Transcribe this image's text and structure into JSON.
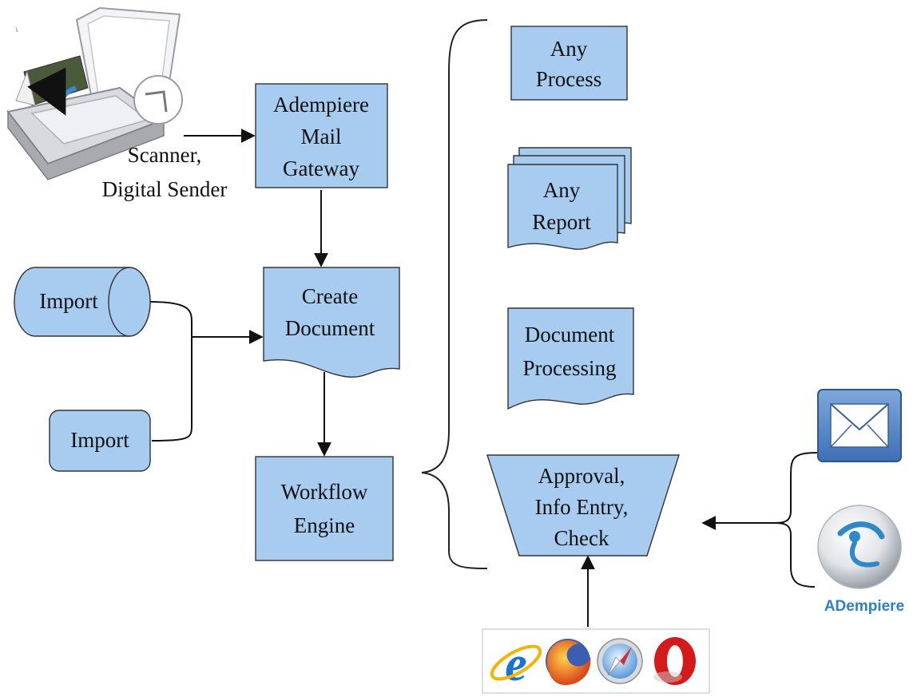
{
  "colors": {
    "shape_fill": "#a8ccf0",
    "shape_stroke": "#333333",
    "line": "#111111"
  },
  "nodes": {
    "scanner_label": [
      "Scanner,",
      "Digital Sender"
    ],
    "mail_gateway": [
      "Adempiere",
      "Mail",
      "Gateway"
    ],
    "import_db": [
      "Import"
    ],
    "import_box": [
      "Import"
    ],
    "create_document": [
      "Create",
      "Document"
    ],
    "workflow_engine": [
      "Workflow",
      "Engine"
    ],
    "any_process": [
      "Any",
      "Process"
    ],
    "any_report": [
      "Any",
      "Report"
    ],
    "document_processing": [
      "Document",
      "Processing"
    ],
    "approval": [
      "Approval,",
      "Info Entry,",
      "Check"
    ]
  },
  "icons": {
    "scanner": "scanner-device-icon",
    "email": "envelope-icon",
    "adempiere": "adempiere-logo-icon",
    "browsers": [
      "internet-explorer-icon",
      "firefox-icon",
      "safari-icon",
      "opera-icon"
    ]
  },
  "logo_text": "ADempiere"
}
